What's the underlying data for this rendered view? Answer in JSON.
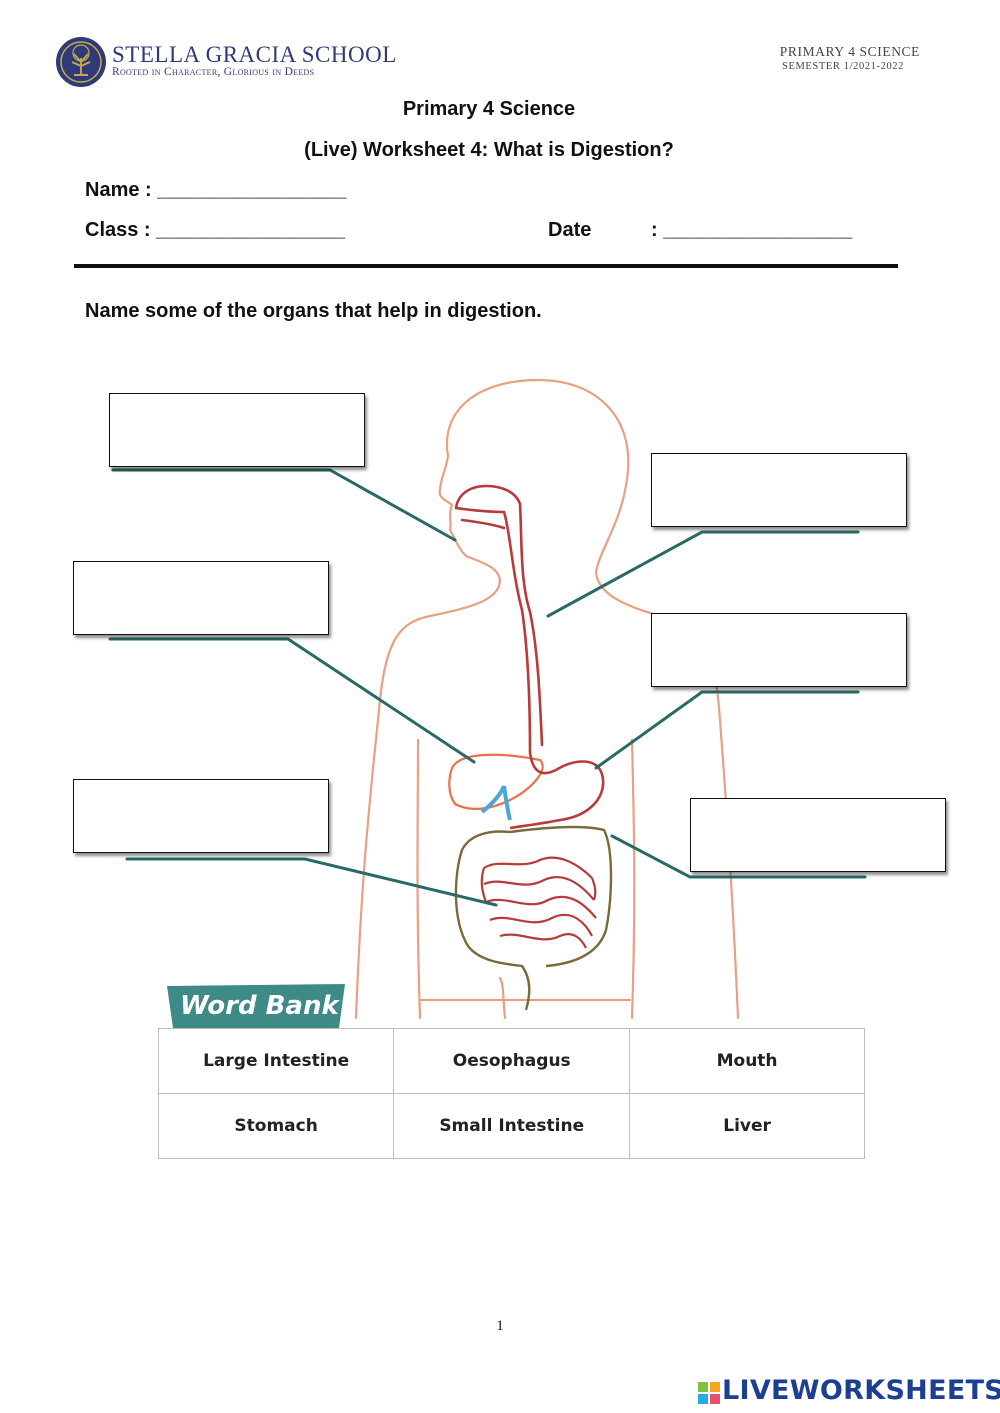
{
  "header": {
    "school_name": "STELLA GRACIA SCHOOL",
    "motto": "Rooted in Character, Glorious in Deeds",
    "subject_line": "PRIMARY 4 SCIENCE",
    "semester_line": "SEMESTER 1/2021-2022"
  },
  "titles": {
    "course": "Primary 4 Science",
    "worksheet": "(Live) Worksheet 4: What is Digestion?"
  },
  "fields": {
    "name": "Name : _________________",
    "class": "Class  : _________________",
    "date_label": "Date",
    "date_blank": ": _________________"
  },
  "instruction": "Name some of the organs that help in digestion.",
  "answer_boxes": [
    {
      "value": ""
    },
    {
      "value": ""
    },
    {
      "value": ""
    },
    {
      "value": ""
    },
    {
      "value": ""
    },
    {
      "value": ""
    }
  ],
  "word_bank": {
    "title": "Word Bank",
    "rows": [
      [
        "Large Intestine",
        "Oesophagus",
        "Mouth"
      ],
      [
        "Stomach",
        "Small Intestine",
        "Liver"
      ]
    ]
  },
  "footer": {
    "page_number": "1",
    "brand": "LIVEWORKSHEETS"
  },
  "colors": {
    "school_blue": "#2f3a78",
    "body_outline": "#e8a083",
    "organ_red": "#b83a3a",
    "large_intestine": "#7a6a3a",
    "pointer_line": "#2a6a66",
    "wordbank_tab": "#3d8a87",
    "brand_blue": "#1c3f94"
  }
}
